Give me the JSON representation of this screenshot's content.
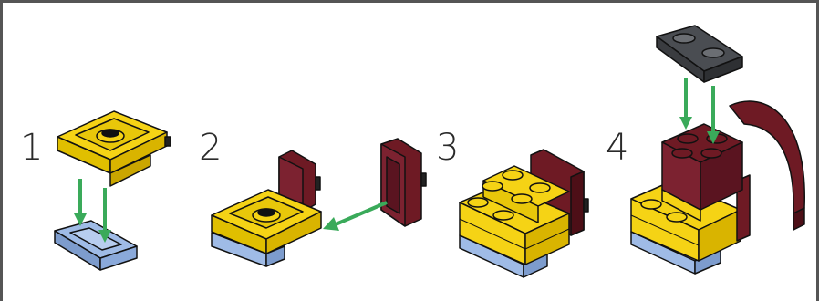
{
  "steps": [
    {
      "number": "1"
    },
    {
      "number": "2"
    },
    {
      "number": "3"
    },
    {
      "number": "4"
    }
  ],
  "colors": {
    "yellow": "#f5d315",
    "yellow_dark": "#d9b400",
    "blue": "#9fbbe6",
    "blue_dark": "#7d9ccd",
    "maroon": "#6e1a24",
    "maroon_dark": "#4d0f17",
    "gray": "#4a4d52",
    "gray_light": "#6b6e73",
    "arrow": "#3aaa5a",
    "outline": "#111111"
  },
  "icons": [
    "arrow-down-icon",
    "arrow-left-icon"
  ]
}
